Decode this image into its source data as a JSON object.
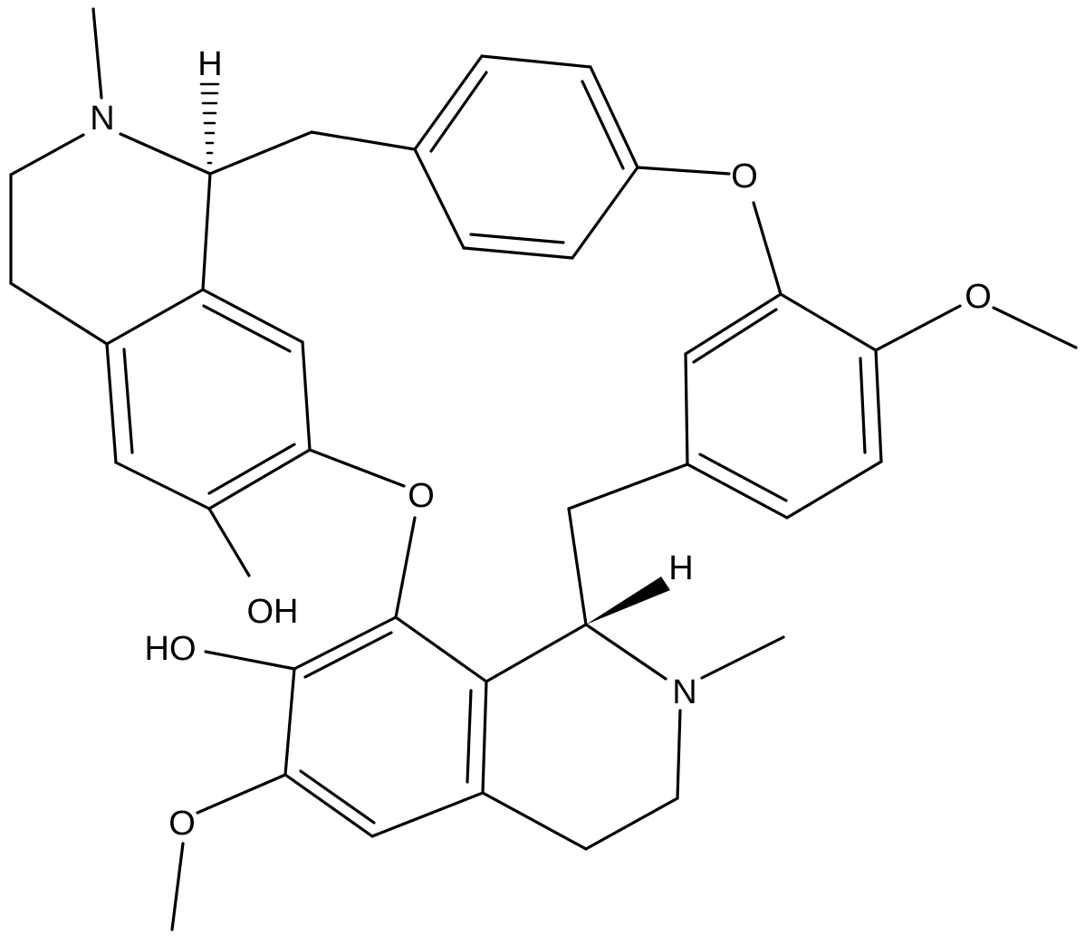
{
  "atom_labels": {
    "n_top": "N",
    "h_top": "H",
    "o_ether_right": "O",
    "o_methoxy_right": "O",
    "o_ether_center": "O",
    "oh_left": "OH",
    "ho_lower": "HO",
    "h_lower": "H",
    "n_lower": "N",
    "o_methoxy_lower": "O"
  },
  "colors": {
    "bond": "#000000",
    "background": "#ffffff"
  }
}
